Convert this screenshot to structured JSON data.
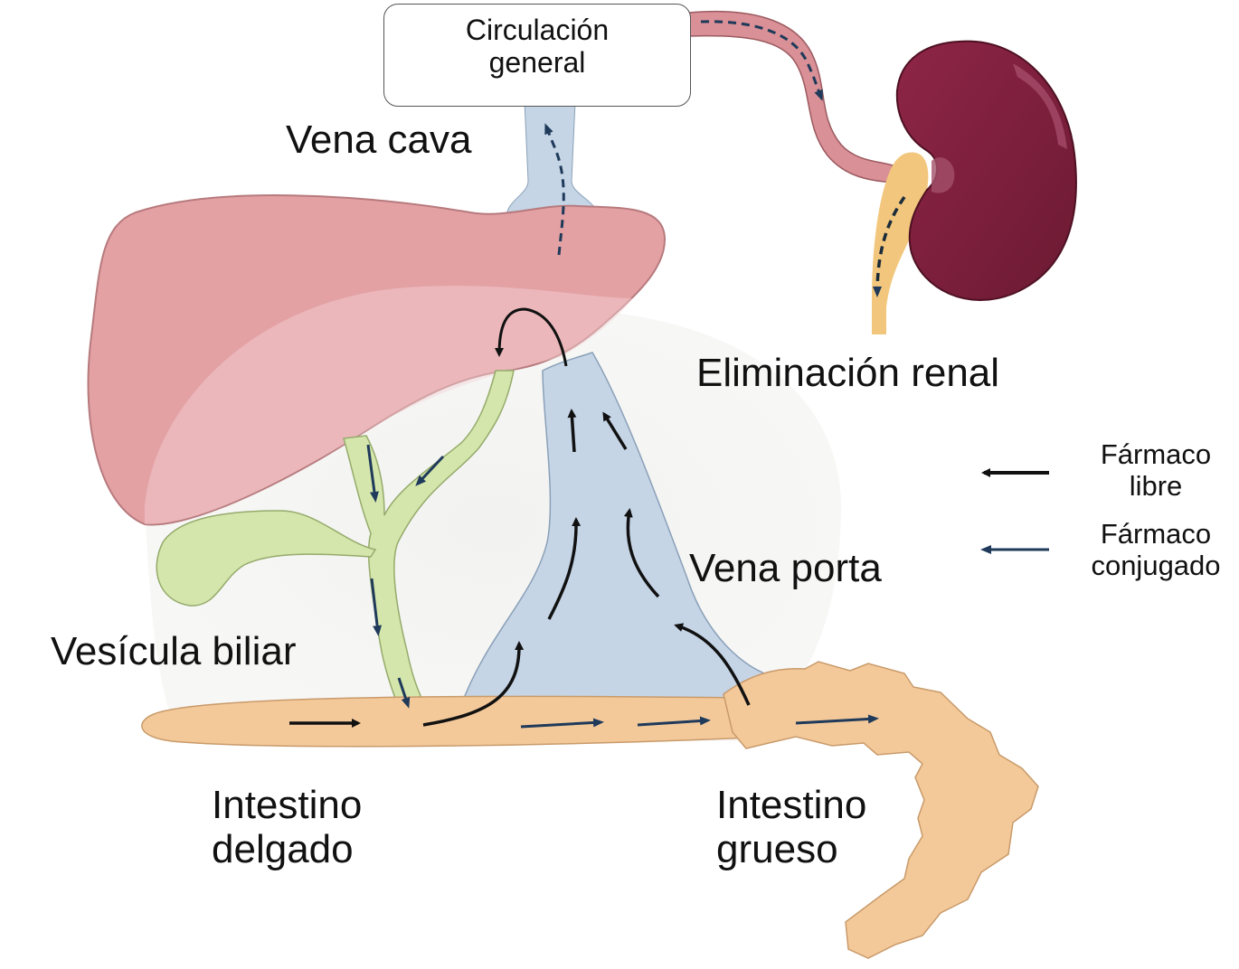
{
  "title": "Circulación enterohepática y eliminación de fármacos",
  "labels": {
    "circulacion_general": [
      "Circulación",
      "general"
    ],
    "vena_cava": "Vena cava",
    "eliminacion_renal": "Eliminación renal",
    "vena_porta": "Vena porta",
    "vesicula_biliar": "Vesícula biliar",
    "intestino_delgado": [
      "Intestino",
      "delgado"
    ],
    "intestino_grueso": [
      "Intestino",
      "grueso"
    ]
  },
  "legend": [
    {
      "label": [
        "Fármaco",
        "libre"
      ],
      "arrow_style": "solid",
      "color": "#111111"
    },
    {
      "label": [
        "Fármaco",
        "conjugado"
      ],
      "arrow_style": "solid",
      "color": "#1f3a5a"
    }
  ],
  "colors": {
    "liver": "#e3a1a4",
    "liver_dark": "#c98386",
    "portal_vein": "#c5d5e6",
    "bile": "#d5e6ac",
    "intestine": "#f4c99a",
    "kidney": "#85213f",
    "ureter": "#f2c77d",
    "renal_artery": "#d99096",
    "free_drug_arrow": "#111111",
    "conjugated_drug_arrow": "#1f3a5a"
  },
  "organs": [
    "Hígado",
    "Vesícula biliar",
    "Vena porta",
    "Vena cava",
    "Riñón",
    "Intestino delgado",
    "Intestino grueso"
  ]
}
